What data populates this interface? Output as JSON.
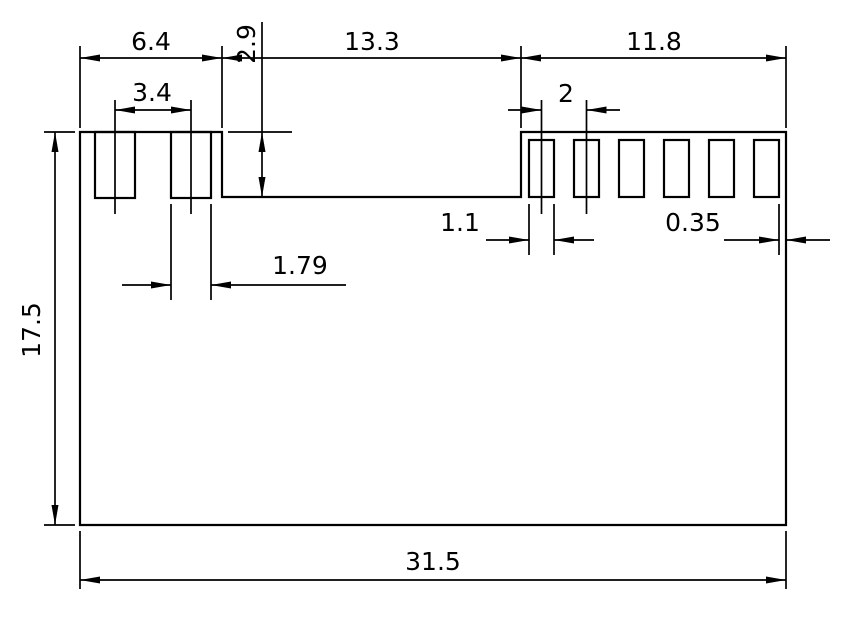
{
  "drawing": {
    "background_color": "#ffffff",
    "line_color": "#000000"
  },
  "dimensions": {
    "left_section_width": "6.4",
    "left_slot_spacing": "3.4",
    "left_slot_width": "1.79",
    "recess_depth": "2.9",
    "recess_width": "13.3",
    "right_section_width": "11.8",
    "right_slot_pitch": "2",
    "right_slot_width": "1.1",
    "right_edge_margin": "0.35",
    "part_height": "17.5",
    "part_width": "31.5"
  }
}
